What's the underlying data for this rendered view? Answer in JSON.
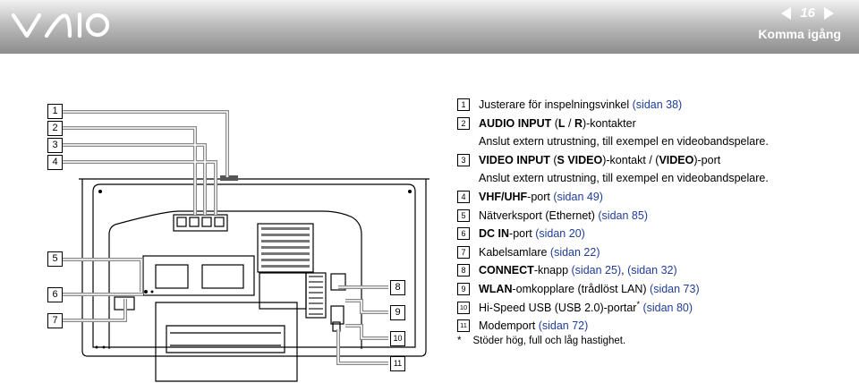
{
  "header": {
    "brand": "VAIO",
    "page_number": "16",
    "section_title": "Komma igång"
  },
  "callouts_left": [
    "1",
    "2",
    "3",
    "4",
    "5",
    "6",
    "7"
  ],
  "callouts_right": [
    "8",
    "9",
    "10",
    "11"
  ],
  "legend": [
    {
      "num": "1",
      "parts": [
        {
          "t": "Justerare för inspelningsvinkel "
        },
        {
          "t": "(sidan 38)",
          "link": true
        }
      ]
    },
    {
      "num": "2",
      "parts": [
        {
          "t": "AUDIO INPUT",
          "bold": true
        },
        {
          "t": " ("
        },
        {
          "t": "L",
          "bold": true
        },
        {
          "t": " / "
        },
        {
          "t": "R",
          "bold": true
        },
        {
          "t": ")-kontakter"
        }
      ],
      "sub": "Anslut extern utrustning, till exempel en videobandspelare."
    },
    {
      "num": "3",
      "parts": [
        {
          "t": "VIDEO INPUT",
          "bold": true
        },
        {
          "t": " ("
        },
        {
          "t": "S VIDEO",
          "bold": true
        },
        {
          "t": ")-kontakt / ("
        },
        {
          "t": "VIDEO",
          "bold": true
        },
        {
          "t": ")-port"
        }
      ],
      "sub": "Anslut extern utrustning, till exempel en videobandspelare."
    },
    {
      "num": "4",
      "parts": [
        {
          "t": "VHF/UHF",
          "bold": true
        },
        {
          "t": "-port "
        },
        {
          "t": "(sidan 49)",
          "link": true
        }
      ]
    },
    {
      "num": "5",
      "parts": [
        {
          "t": "Nätverksport (Ethernet) "
        },
        {
          "t": "(sidan 85)",
          "link": true
        }
      ]
    },
    {
      "num": "6",
      "parts": [
        {
          "t": "DC IN",
          "bold": true
        },
        {
          "t": "-port "
        },
        {
          "t": "(sidan 20)",
          "link": true
        }
      ]
    },
    {
      "num": "7",
      "parts": [
        {
          "t": "Kabelsamlare "
        },
        {
          "t": "(sidan 22)",
          "link": true
        }
      ]
    },
    {
      "num": "8",
      "parts": [
        {
          "t": "CONNECT",
          "bold": true
        },
        {
          "t": "-knapp "
        },
        {
          "t": "(sidan 25)",
          "link": true
        },
        {
          "t": ", "
        },
        {
          "t": "(sidan 32)",
          "link": true
        }
      ]
    },
    {
      "num": "9",
      "parts": [
        {
          "t": "WLAN",
          "bold": true
        },
        {
          "t": "-omkopplare (trådlöst LAN) "
        },
        {
          "t": "(sidan 73)",
          "link": true
        }
      ]
    },
    {
      "num": "10",
      "parts": [
        {
          "t": "Hi-Speed USB (USB 2.0)-portar"
        },
        {
          "t": "*",
          "sup": true
        },
        {
          "t": " "
        },
        {
          "t": "(sidan 80)",
          "link": true
        }
      ]
    },
    {
      "num": "11",
      "parts": [
        {
          "t": "Modemport "
        },
        {
          "t": "(sidan 72)",
          "link": true
        }
      ]
    }
  ],
  "footnote": {
    "marker": "*",
    "text": "Stöder hög, full och låg hastighet."
  }
}
